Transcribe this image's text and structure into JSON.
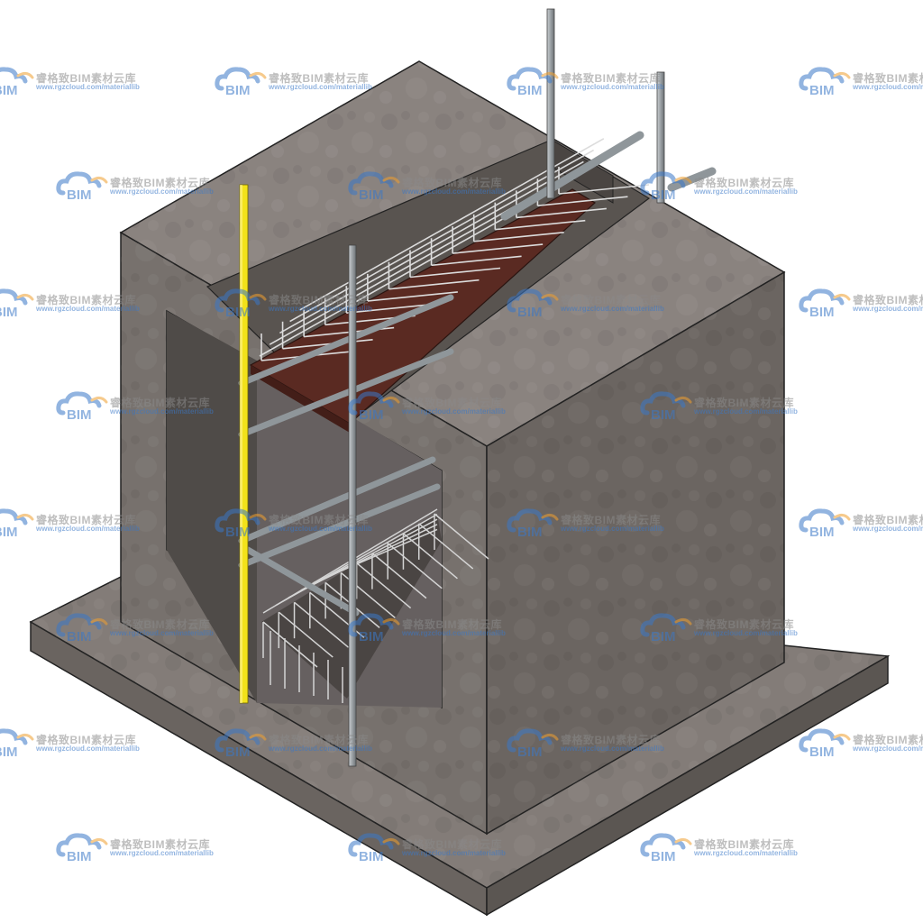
{
  "watermark": {
    "logo_text": "BIM",
    "brand": "睿格致BIM素材云库",
    "url": "www.rgzcloud.com/materiallib",
    "logo_color": "#3a78c8",
    "logo_accent": "#f0a030"
  },
  "colors": {
    "concrete_light": "#8c8580",
    "concrete_mid": "#6f6965",
    "concrete_dark": "#5e5955",
    "slab_top": "#827b77",
    "steel_pipe": "#9aa0a4",
    "rebar_mesh": "#d8d8d8",
    "formwork": "#5a2a22",
    "grounding_rod": "#f2e21a"
  }
}
